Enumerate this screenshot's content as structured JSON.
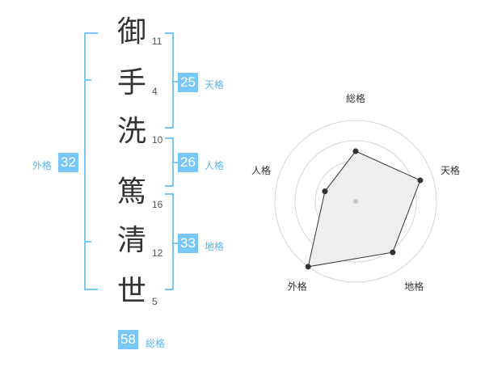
{
  "name_chars": [
    {
      "char": "御",
      "strokes": "11"
    },
    {
      "char": "手",
      "strokes": "4"
    },
    {
      "char": "洗",
      "strokes": "10"
    },
    {
      "char": "篤",
      "strokes": "16"
    },
    {
      "char": "清",
      "strokes": "12"
    },
    {
      "char": "世",
      "strokes": "5"
    }
  ],
  "kaku": {
    "tenkaku": {
      "value": "25",
      "label": "天格"
    },
    "jinkaku": {
      "value": "26",
      "label": "人格"
    },
    "chikaku": {
      "value": "33",
      "label": "地格"
    },
    "gaikaku": {
      "value": "32",
      "label": "外格"
    },
    "soukaku": {
      "value": "58",
      "label": "総格"
    }
  },
  "colors": {
    "accent": "#79c7f7",
    "bracket": "#79c7f7",
    "label": "#5bb6ea"
  },
  "chart_data": {
    "type": "radar",
    "axes": [
      "総格",
      "天格",
      "地格",
      "外格",
      "人格"
    ],
    "values": [
      0.62,
      0.84,
      0.78,
      1.0,
      0.4
    ],
    "rings": 4
  }
}
